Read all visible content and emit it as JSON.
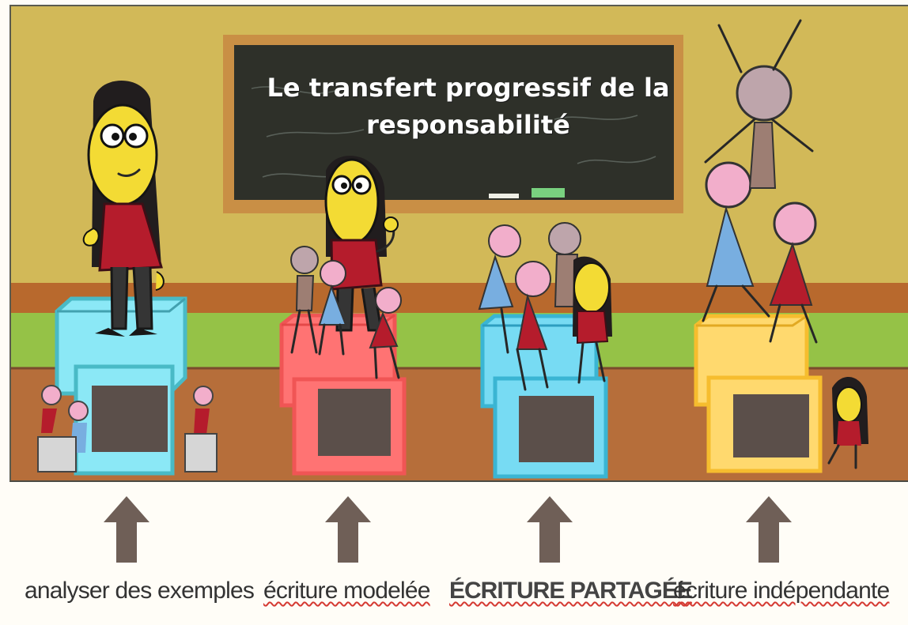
{
  "scene": {
    "board_title_line_1": "Le transfert progressif de la",
    "board_title_line_2": "responsabilité"
  },
  "steps": [
    {
      "label": "analyser des exemples",
      "box_color": "#88e7f6",
      "icon": "up-arrow-icon"
    },
    {
      "label": "écriture modelée",
      "box_color": "#ff7373",
      "icon": "up-arrow-icon"
    },
    {
      "label": "ÉCRITURE PARTAGÉE",
      "box_color": "#77dbf3",
      "icon": "up-arrow-icon"
    },
    {
      "label": "écriture indépendante",
      "box_color": "#ffd96e",
      "icon": "up-arrow-icon"
    }
  ],
  "colors": {
    "wall": "#d2b958",
    "chalkboard": "#2e3029",
    "board_frame": "#c98f45",
    "floor": "#b66e3a",
    "arrow": "#6f5f57",
    "spelling_underline": "#d53a32"
  }
}
